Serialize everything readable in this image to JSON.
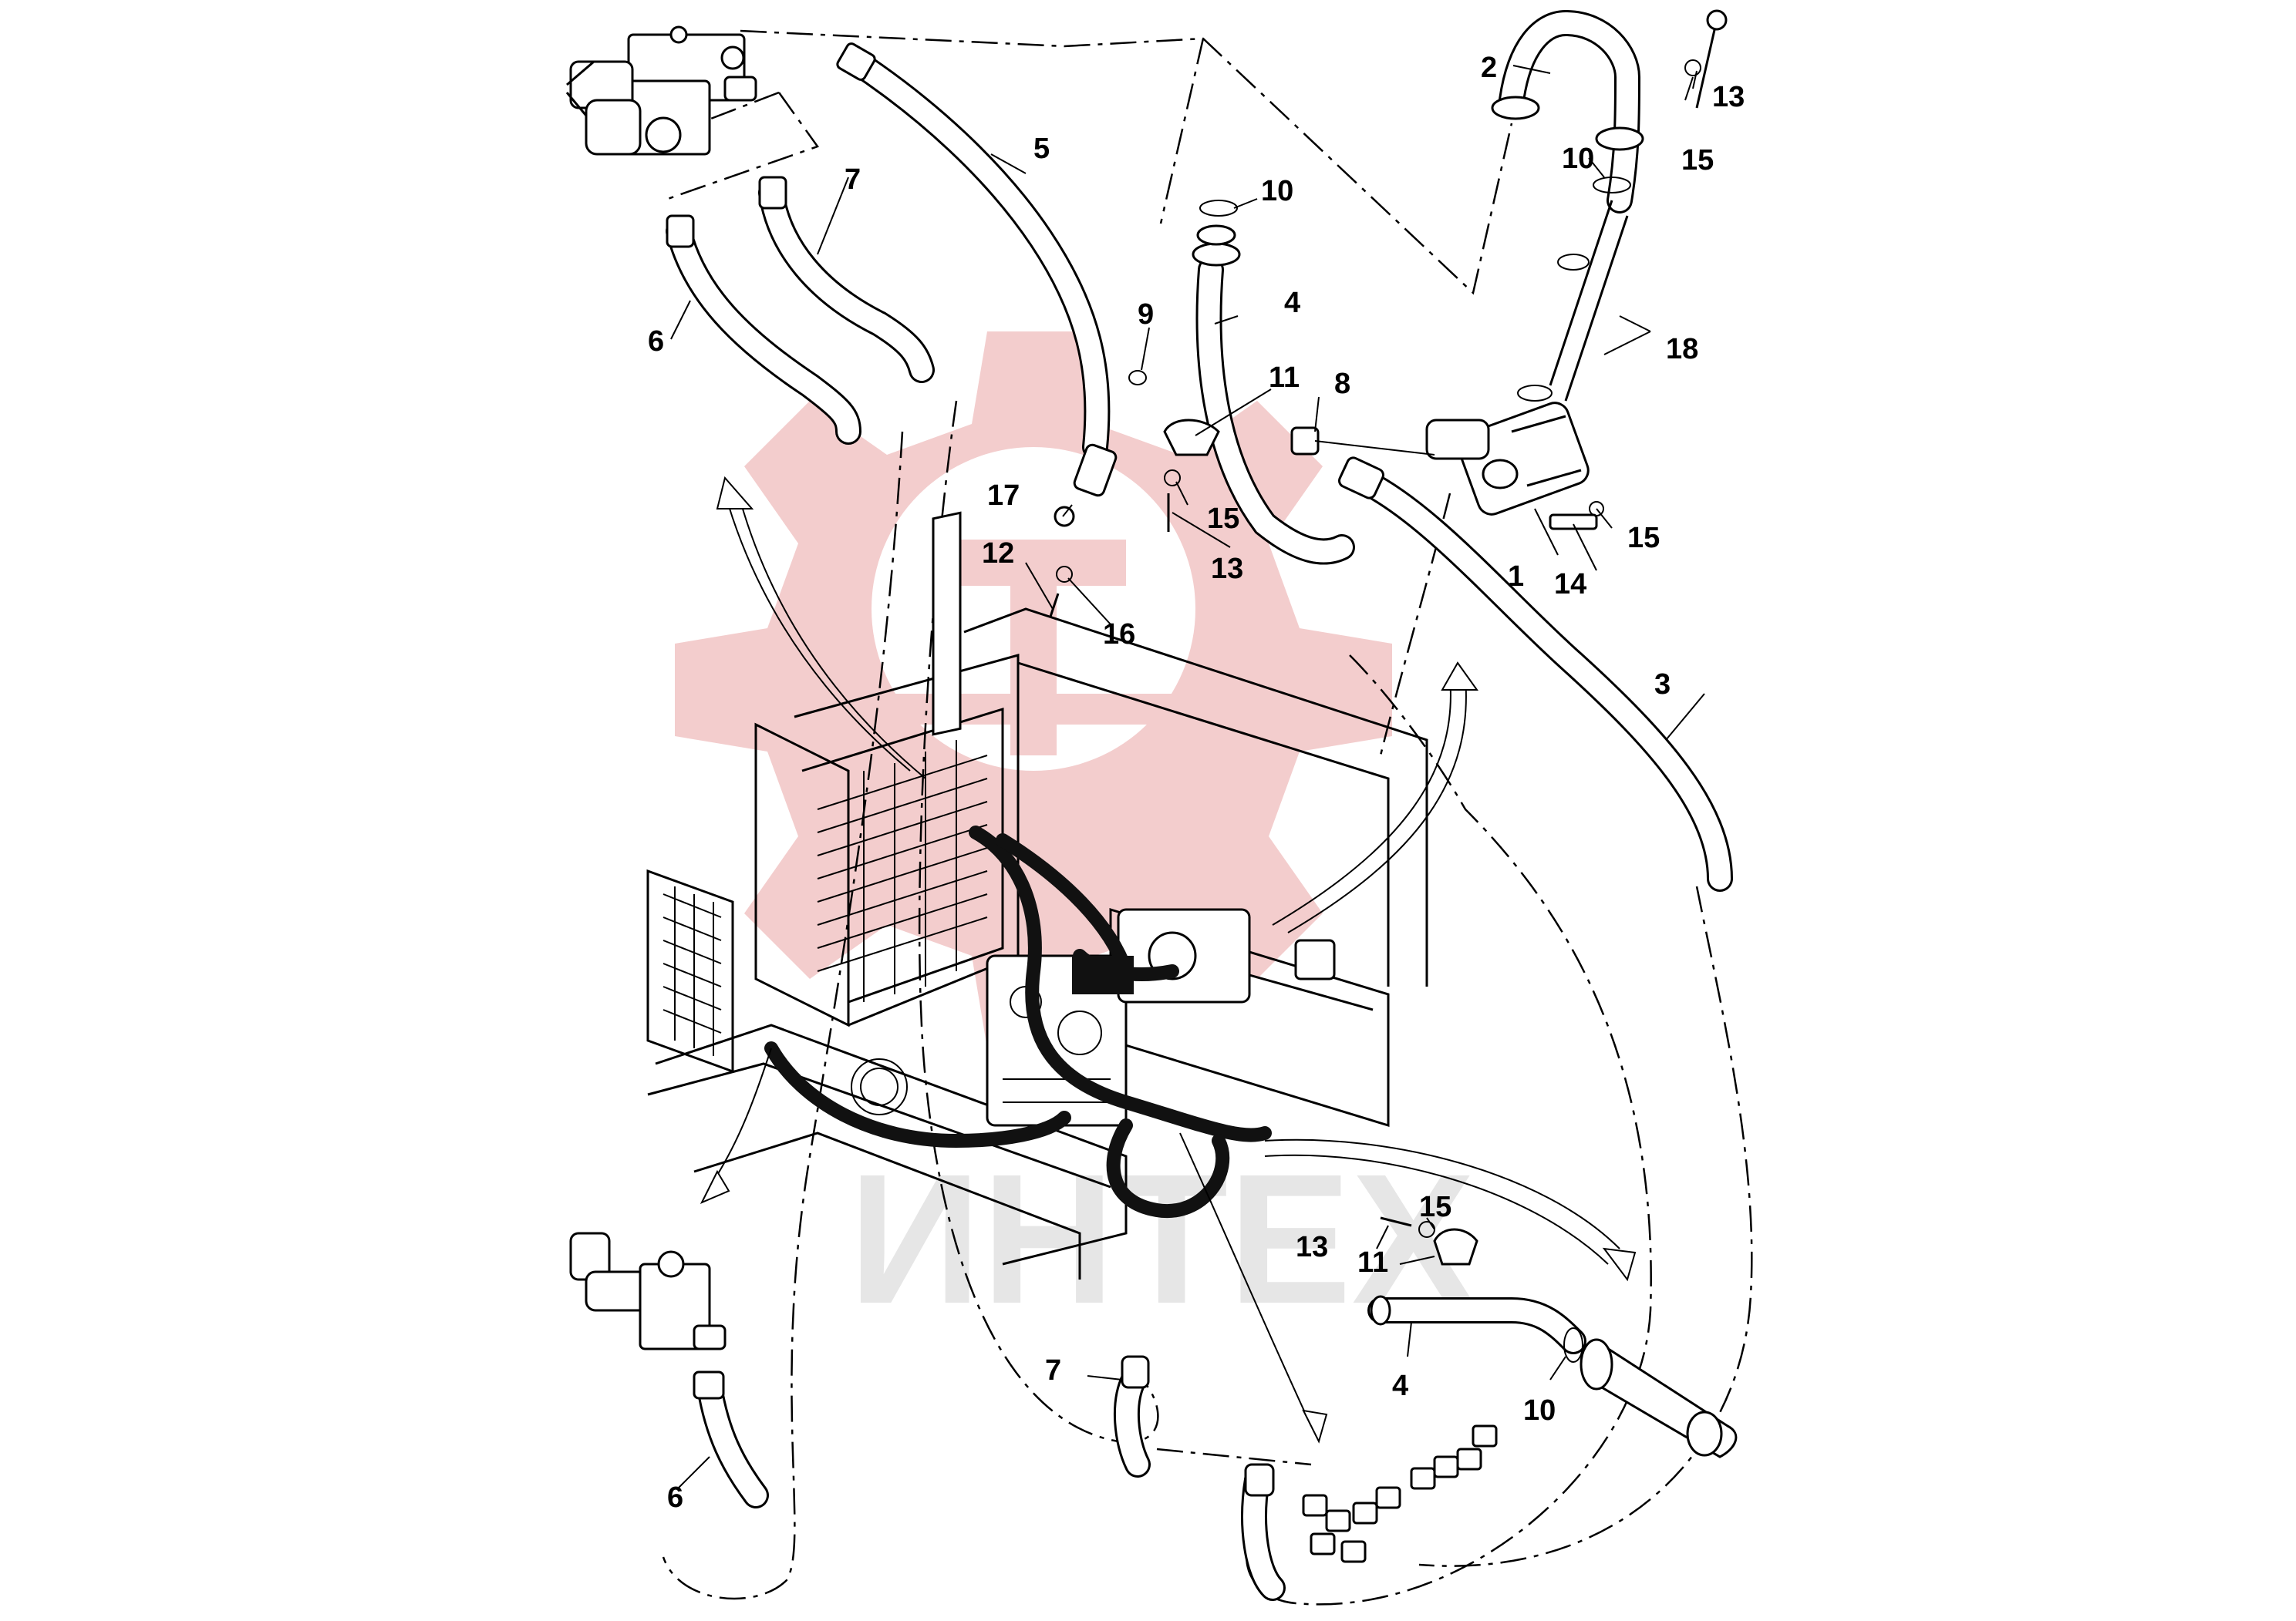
{
  "watermark": {
    "text": "ИНТЕХ",
    "color": "#f0c0c0",
    "text_color": "#e6e6e6"
  },
  "callouts": {
    "c1": "1",
    "c2": "2",
    "c3": "3",
    "c4a": "4",
    "c4b": "4",
    "c5": "5",
    "c6a": "6",
    "c6b": "6",
    "c7a": "7",
    "c7b": "7",
    "c8": "8",
    "c9": "9",
    "c10a": "10",
    "c10b": "10",
    "c10c": "10",
    "c11a": "11",
    "c11b": "11",
    "c12": "12",
    "c13a": "13",
    "c13b": "13",
    "c13c": "13",
    "c14": "14",
    "c15a": "15",
    "c15b": "15",
    "c15c": "15",
    "c15d": "15",
    "c16": "16",
    "c17": "17",
    "c18": "18"
  }
}
